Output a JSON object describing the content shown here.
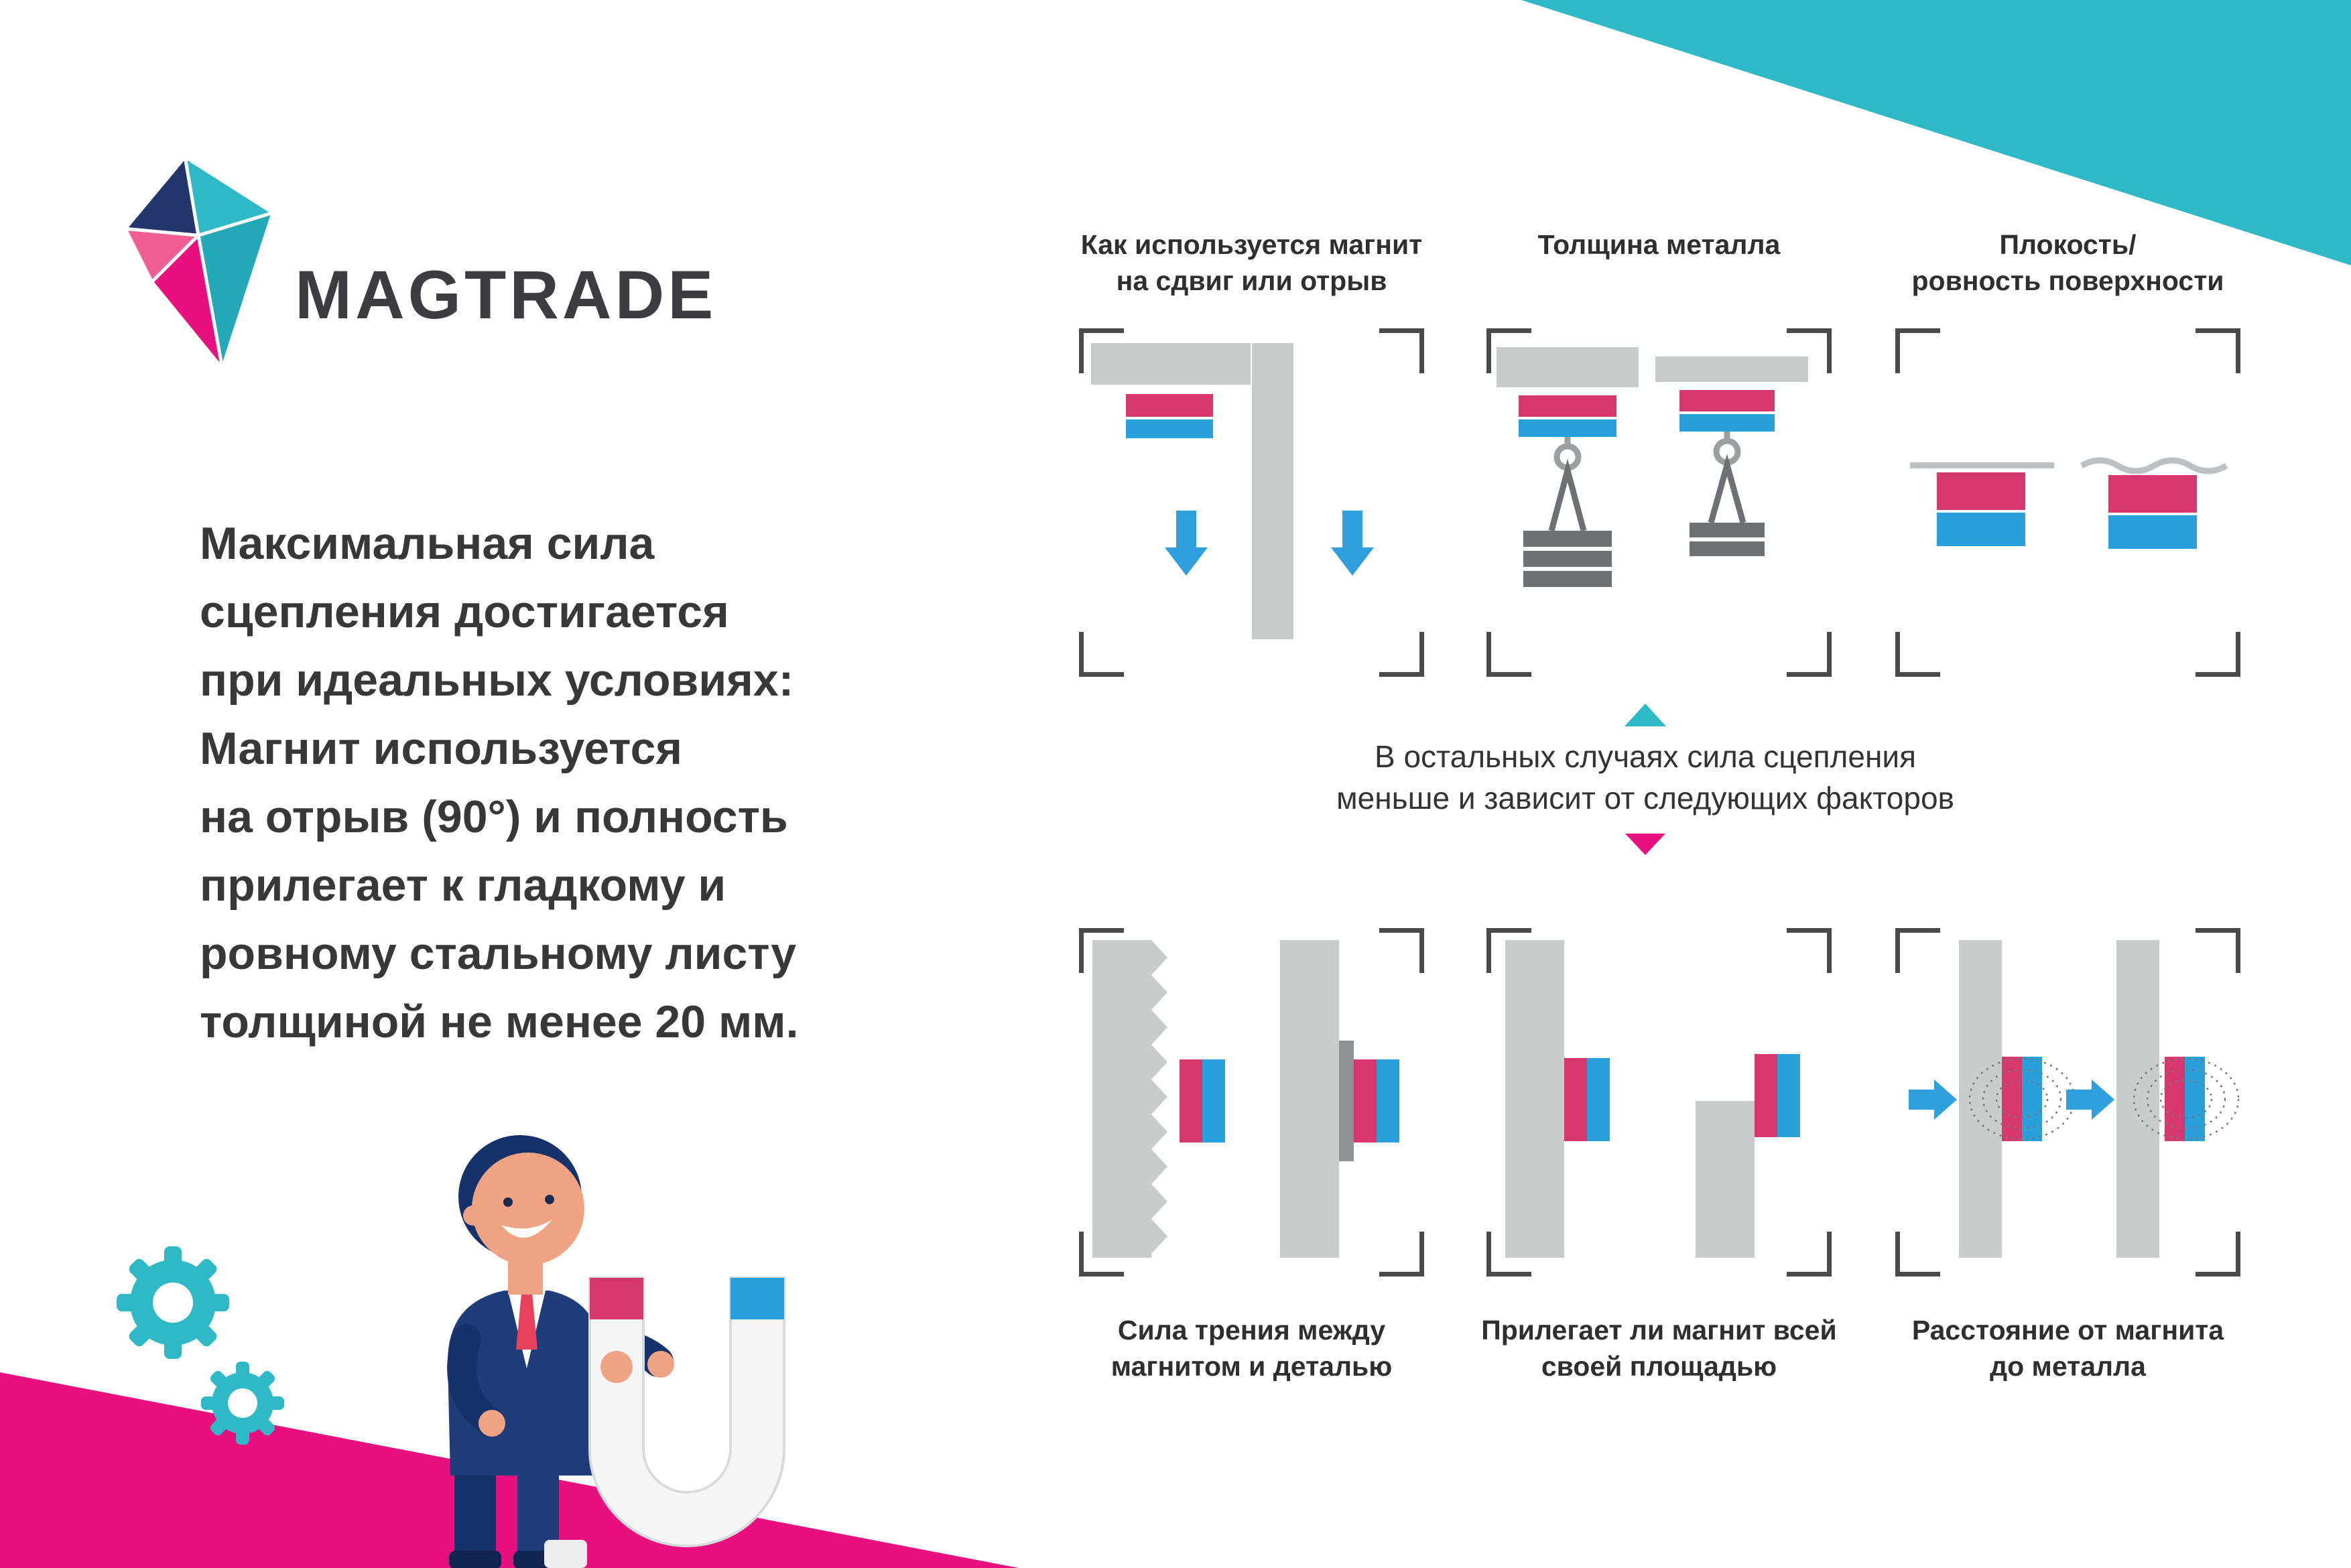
{
  "colors": {
    "teal": "#2fb9c6",
    "magenta": "#e80f7f",
    "magnet-pink": "#d6376f",
    "magnet-blue": "#2aa0da",
    "arrow-blue": "#2f9fdd",
    "plate-gray": "#c9cccd",
    "plate-gray-dark": "#6e7173",
    "strip-gray": "#8f9294",
    "line-gray": "#bcc0c2",
    "hook-gray": "#9aa0a2",
    "text-dark": "#383838",
    "frame-gray": "#4a4a4c"
  },
  "logo": {
    "brand": "MAGTRADE"
  },
  "intro": {
    "text": "Максимальная сила\nсцепления достигается\nпри идеальных условиях:\nМагнит используется\nна отрыв (90°) и полность\nприлегает к гладкому и\nровному стальному листу\nтолщиной не менее 20 мм."
  },
  "middle": {
    "text": "В остальных случаях сила сцепления\nменьше и зависит от следующих факторов"
  },
  "panels": {
    "p1": {
      "title": "Как используется магнит\nна сдвиг или отрыв"
    },
    "p2": {
      "title": "Толщина металла"
    },
    "p3": {
      "title": "Плокость/\nровность поверхности"
    },
    "p4": {
      "title": "Сила трения между\nмагнитом и деталью"
    },
    "p5": {
      "title": "Прилегает ли магнит всей\nсвоей площадью"
    },
    "p6": {
      "title": "Расстояние от магнита\nдо металла"
    }
  },
  "icons": [
    "logo-mark-icon",
    "gear-icon",
    "man-with-magnet-illustration",
    "horseshoe-magnet-icon",
    "magnet-icon",
    "arrow-down-icon",
    "arrow-right-icon",
    "hook-icon",
    "weight-icon",
    "field-lines-icon",
    "triangle-up-icon",
    "triangle-down-icon",
    "frame-corner"
  ]
}
